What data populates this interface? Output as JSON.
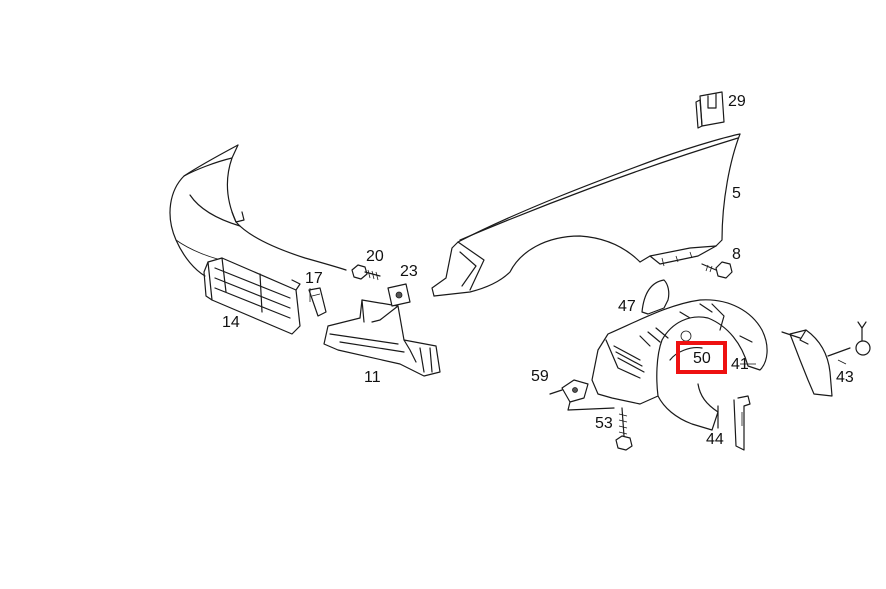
{
  "labels": {
    "p29": "29",
    "p5": "5",
    "p8": "8",
    "p20": "20",
    "p23": "23",
    "p17": "17",
    "p14": "14",
    "p11": "11",
    "p47": "47",
    "p50": "50",
    "p41": "41",
    "p59": "59",
    "p53": "53",
    "p44": "44",
    "p43": "43"
  },
  "highlight": {
    "part": "50",
    "color": "#ee1111"
  }
}
